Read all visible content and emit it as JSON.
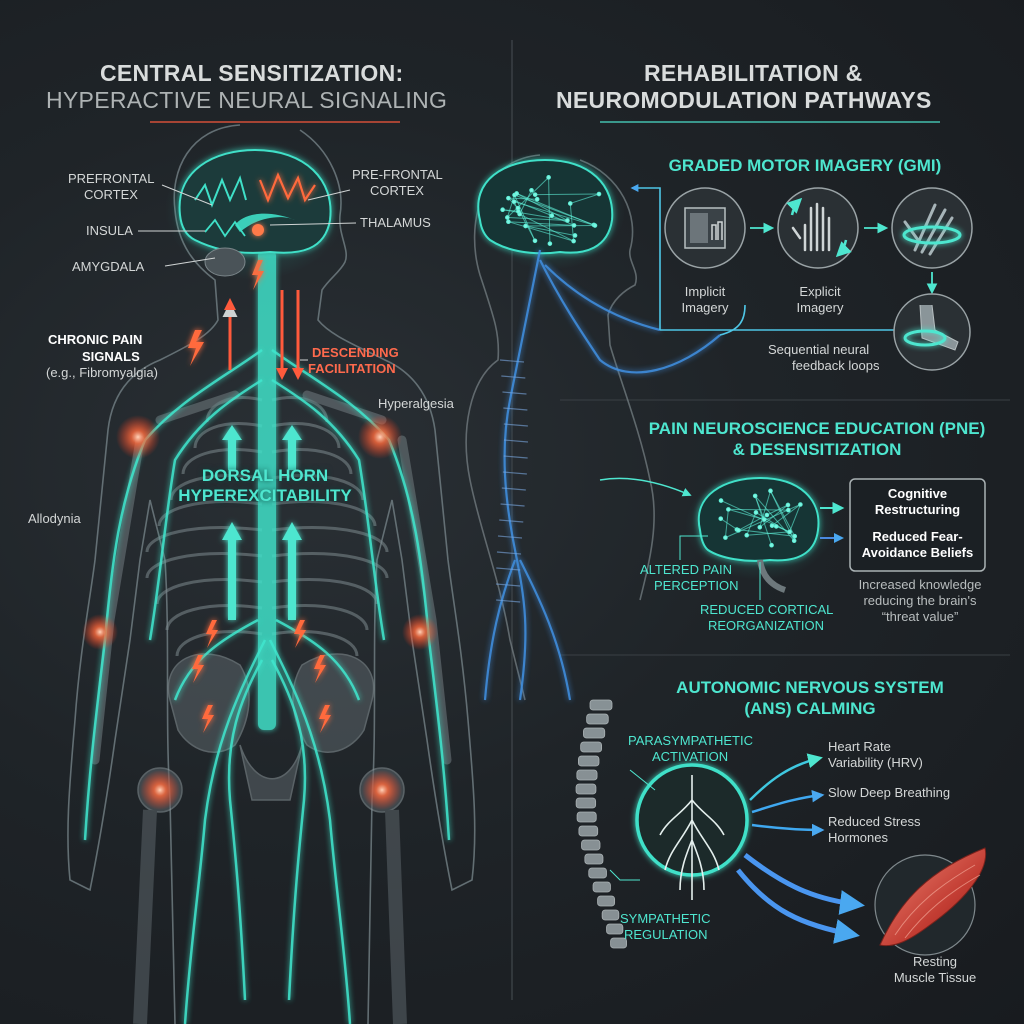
{
  "left_title": {
    "line1": "CENTRAL SENSITIZATION:",
    "line2": "HYPERACTIVE NEURAL SIGNALING"
  },
  "right_title": {
    "line1": "REHABILITATION &",
    "line2": "NEUROMODULATION PATHWAYS"
  },
  "left_labels": {
    "prefrontal_l1": "PREFRONTAL",
    "prefrontal_l2": "CORTEX",
    "prefrontal_r1": "PRE-FRONTAL",
    "prefrontal_r2": "CORTEX",
    "insula": "INSULA",
    "thalamus": "THALAMUS",
    "amygdala": "AMYGDALA",
    "chronic_l1": "CHRONIC PAIN",
    "chronic_l2": "SIGNALS",
    "chronic_l3": "(e.g., Fibromyalgia)",
    "descending_l1": "DESCENDING",
    "descending_l2": "FACILITATION",
    "hyperalgesia": "Hyperalgesia",
    "allodynia": "Allodynia",
    "dorsal_l1": "DORSAL HORN",
    "dorsal_l2": "HYPEREXCITABILITY"
  },
  "gmi": {
    "title": "GRADED MOTOR IMAGERY (GMI)",
    "implicit_l1": "Implicit",
    "implicit_l2": "Imagery",
    "explicit_l1": "Explicit",
    "explicit_l2": "Imagery",
    "loop_l1": "Sequential neural",
    "loop_l2": "feedback loops"
  },
  "pne": {
    "title_l1": "PAIN NEUROSCIENCE EDUCATION (PNE)",
    "title_l2": "& DESENSITIZATION",
    "box_l1": "Cognitive",
    "box_l2": "Restructuring",
    "box_l3": "Reduced Fear-",
    "box_l4": "Avoidance Beliefs",
    "knowledge_l1": "Increased knowledge",
    "knowledge_l2": "reducing the brain's",
    "knowledge_l3": "“threat value”",
    "altered_l1": "ALTERED PAIN",
    "altered_l2": "PERCEPTION",
    "reduced_l1": "REDUCED CORTICAL",
    "reduced_l2": "REORGANIZATION"
  },
  "ans": {
    "title_l1": "AUTONOMIC NERVOUS SYSTEM",
    "title_l2": "(ANS) CALMING",
    "para_l1": "PARASYMPATHETIC",
    "para_l2": "ACTIVATION",
    "symp_l1": "SYMPATHETIC",
    "symp_l2": "REGULATION",
    "hrv_l1": "Heart Rate",
    "hrv_l2": "Variability (HRV)",
    "breathing": "Slow Deep Breathing",
    "stress_l1": "Reduced Stress",
    "stress_l2": "Hormones",
    "muscle_l1": "Resting",
    "muscle_l2": "Muscle Tissue"
  },
  "colors": {
    "accent_cyan": "#4ee6cf",
    "pain_red": "#ff5a3c",
    "nerve_blue": "#3f8fe0",
    "background": "#1c2024"
  }
}
